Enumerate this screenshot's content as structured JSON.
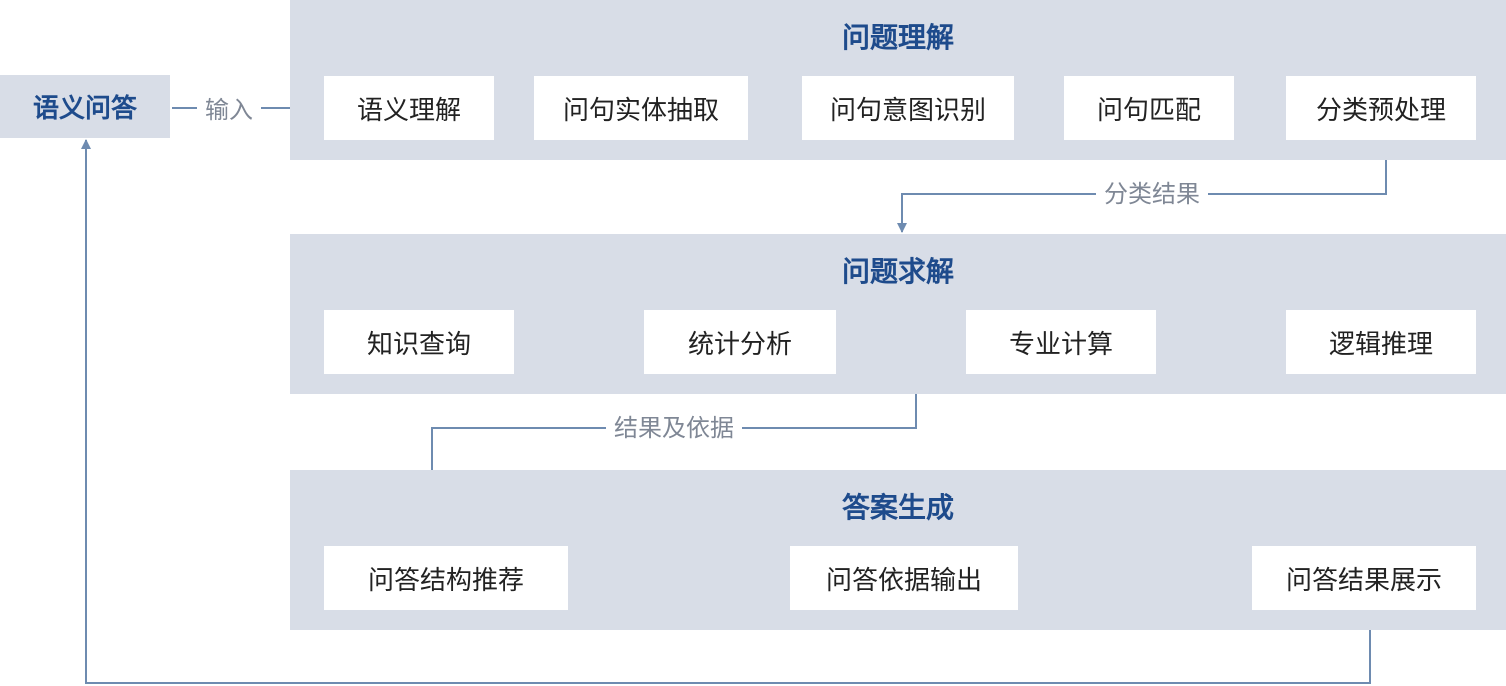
{
  "colors": {
    "panel_bg": "#d8dde7",
    "title": "#1e4b8c",
    "arrow": "#6e8bb0",
    "label": "#7f8795"
  },
  "start_node": "语义问答",
  "sections": {
    "understanding": {
      "title": "问题理解",
      "steps": [
        "语义理解",
        "问句实体抽取",
        "问句意图识别",
        "问句匹配",
        "分类预处理"
      ]
    },
    "solving": {
      "title": "问题求解",
      "methods": [
        "知识查询",
        "统计分析",
        "专业计算",
        "逻辑推理"
      ]
    },
    "generation": {
      "title": "答案生成",
      "steps": [
        "问答结构推荐",
        "问答依据输出",
        "问答结果展示"
      ]
    }
  },
  "edge_labels": {
    "input": "输入",
    "classification_result": "分类结果",
    "result_and_basis": "结果及依据"
  }
}
